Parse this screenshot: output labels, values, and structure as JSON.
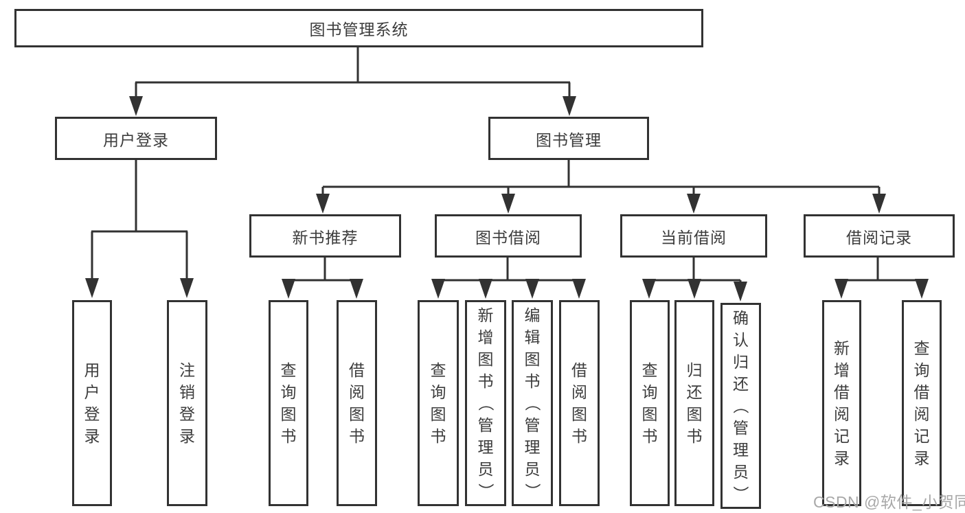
{
  "colors": {
    "line": "#323232",
    "box_border": "#323232",
    "text": "#3c3c3c",
    "watermark": "#a8a8a8",
    "background": "#ffffff"
  },
  "watermark": {
    "text": "CSDN @软件_小贺同学"
  },
  "diagram": {
    "root": {
      "label": "图书管理系统"
    },
    "branches": [
      {
        "label": "用户登录",
        "children": [
          {
            "label": "用户登录"
          },
          {
            "label": "注销登录"
          }
        ]
      },
      {
        "label": "图书管理",
        "groups": [
          {
            "label": "新书推荐",
            "children": [
              {
                "label": "查询图书"
              },
              {
                "label": "借阅图书"
              }
            ]
          },
          {
            "label": "图书借阅",
            "children": [
              {
                "label": "查询图书"
              },
              {
                "label": "新增图书（管理员）"
              },
              {
                "label": "编辑图书（管理员）"
              },
              {
                "label": "借阅图书"
              }
            ]
          },
          {
            "label": "当前借阅",
            "children": [
              {
                "label": "查询图书"
              },
              {
                "label": "归还图书"
              },
              {
                "label": "确认归还（管理员）"
              }
            ]
          },
          {
            "label": "借阅记录",
            "children": [
              {
                "label": "新增借阅记录"
              },
              {
                "label": "查询借阅记录"
              }
            ]
          }
        ]
      }
    ]
  }
}
